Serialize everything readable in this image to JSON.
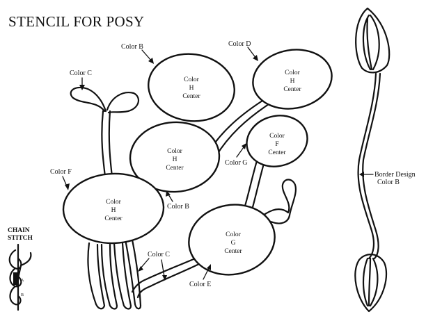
{
  "title": "STENCIL FOR POSY",
  "callouts": {
    "color_b_top": "Color B",
    "color_d": "Color D",
    "color_c_top": "Color C",
    "color_g_arrow": "Color G",
    "color_f_left": "Color F",
    "color_b_mid": "Color B",
    "color_c_bottom": "Color C",
    "color_e": "Color E",
    "border_design_line1": "Border Design",
    "border_design_line2": "Color B"
  },
  "flowers": [
    {
      "id": "flower-top-center",
      "lines": [
        "Color",
        "H",
        "Center"
      ]
    },
    {
      "id": "flower-top-right",
      "lines": [
        "Color",
        "H",
        "Center"
      ]
    },
    {
      "id": "flower-middle",
      "lines": [
        "Color",
        "H",
        "Center"
      ]
    },
    {
      "id": "flower-small-right",
      "lines": [
        "Color",
        "F",
        "Center"
      ]
    },
    {
      "id": "flower-left",
      "lines": [
        "Color",
        "H",
        "Center"
      ]
    },
    {
      "id": "flower-bottom",
      "lines": [
        "Color",
        "G",
        "Center"
      ]
    }
  ],
  "chain_stitch": {
    "line1": "CHAIN",
    "line2": "STITCH",
    "mark_a": "A",
    "mark_b": "B"
  },
  "colors": {
    "ink": "#111111",
    "paper": "#ffffff"
  }
}
